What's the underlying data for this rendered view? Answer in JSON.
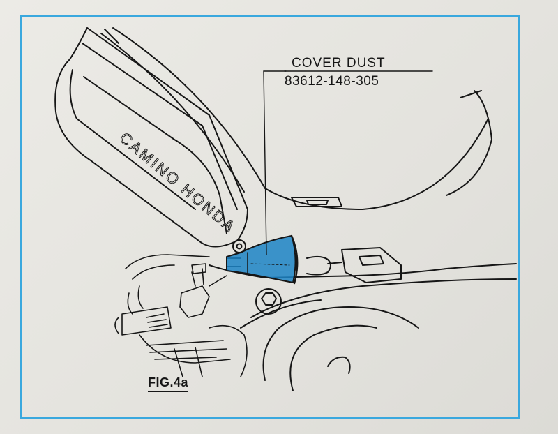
{
  "callout": {
    "part_name": "COVER DUST",
    "part_number": "83612-148-305"
  },
  "figure": {
    "label": "FIG.4a"
  },
  "panel": {
    "lettering": "CAMINO HONDA"
  },
  "colors": {
    "frame": "#3aa8de",
    "highlight": "#1c84c6",
    "ink": "#161616"
  }
}
